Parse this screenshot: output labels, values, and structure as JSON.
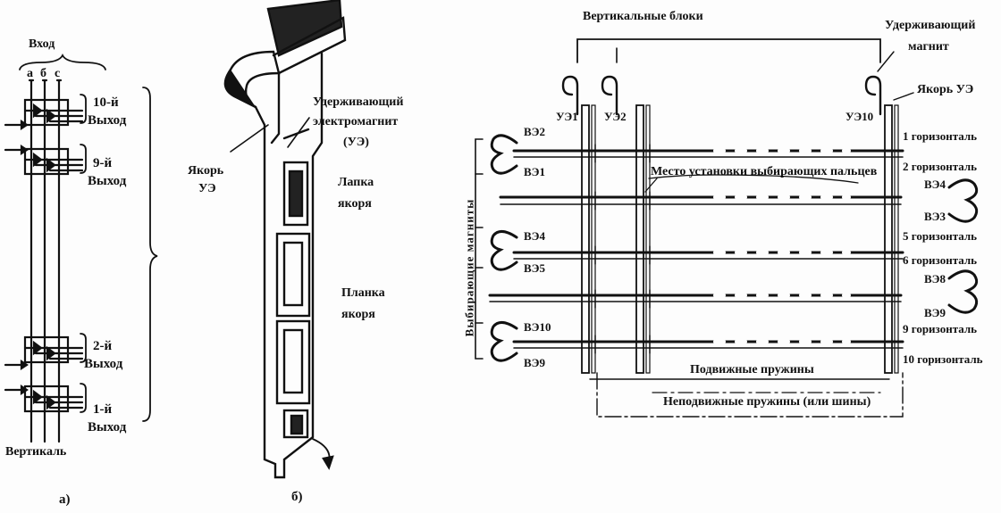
{
  "panel_a": {
    "input": "Вход",
    "cols": [
      "а",
      "б",
      "с"
    ],
    "outputs": [
      {
        "num": "10-й",
        "word": "Выход"
      },
      {
        "num": "9-й",
        "word": "Выход"
      },
      {
        "num": "2-й",
        "word": "Выход"
      },
      {
        "num": "1-й",
        "word": "Выход"
      }
    ],
    "vertical": "Вертикаль",
    "caption": "а)"
  },
  "panel_b": {
    "magnet_l1": "Удерживающий",
    "magnet_l2": "электромагнит",
    "magnet_l3": "(УЭ)",
    "armature_l1": "Якорь",
    "armature_l2": "УЭ",
    "paw_l1": "Лапка",
    "paw_l2": "якоря",
    "bar_l1": "Планка",
    "bar_l2": "якоря",
    "caption": "б)"
  },
  "panel_c": {
    "vertical_blocks": "Вертикальные блоки",
    "holding_l1": "Удерживающий",
    "holding_l2": "магнит",
    "armature": "Якорь УЭ",
    "ue_labels": [
      "УЭ1",
      "УЭ2",
      "УЭ10"
    ],
    "left_magnets": [
      "ВЭ2",
      "ВЭ1",
      "ВЭ4",
      "ВЭ5",
      "ВЭ10",
      "ВЭ9"
    ],
    "right_magnets": [
      "ВЭ4",
      "ВЭ3",
      "ВЭ8",
      "ВЭ9"
    ],
    "horizontals": [
      "1 горизонталь",
      "2 горизонталь",
      "5 горизонталь",
      "6 горизонталь",
      "9 горизонталь",
      "10 горизонталь"
    ],
    "finger_place": "Место установки выбирающих пальцев",
    "selecting_magnets": "Выбирающие магниты",
    "moving_springs": "Подвижные пружины",
    "fixed_springs": "Неподвижные пружины (или шины)"
  }
}
